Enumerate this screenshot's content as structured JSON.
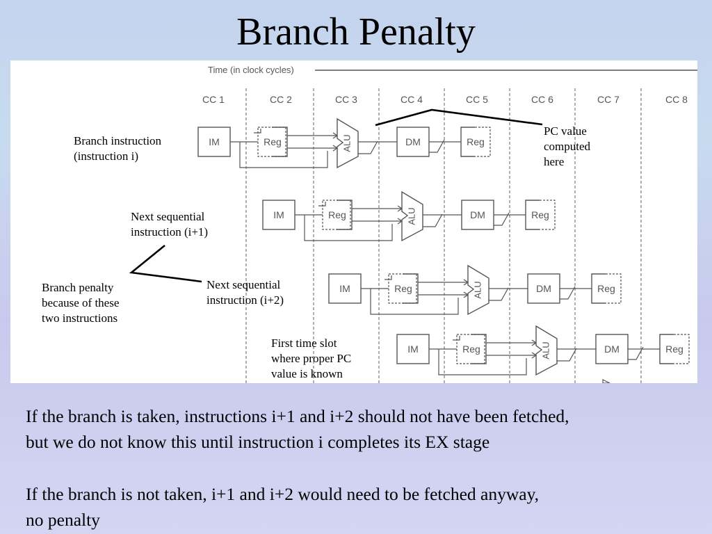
{
  "title": "Branch Penalty",
  "diagram": {
    "time_label": "Time (in clock cycles)",
    "cycles": [
      "CC 1",
      "CC 2",
      "CC 3",
      "CC 4",
      "CC 5",
      "CC 6",
      "CC 7",
      "CC 8"
    ],
    "stages": {
      "im": "IM",
      "reg": "Reg",
      "alu": "ALU",
      "dm": "DM"
    },
    "annotations": {
      "branch_instruction": "Branch instruction\n(instruction i)",
      "pc_value": "PC value\ncomputed\nhere",
      "next_i1": "Next sequential\ninstruction (i+1)",
      "next_i2": "Next sequential\ninstruction (i+2)",
      "branch_penalty": "Branch penalty\nbecause of these\ntwo instructions",
      "first_slot": "First time slot\nwhere proper PC\nvalue is known"
    }
  },
  "body": {
    "p1": "If the branch is taken, instructions i+1 and i+2 should not have been fetched,\nbut we do not know this until instruction i completes its EX stage",
    "p2": "If the branch is not taken, i+1 and i+2 would need to be fetched anyway,\nno penalty"
  }
}
